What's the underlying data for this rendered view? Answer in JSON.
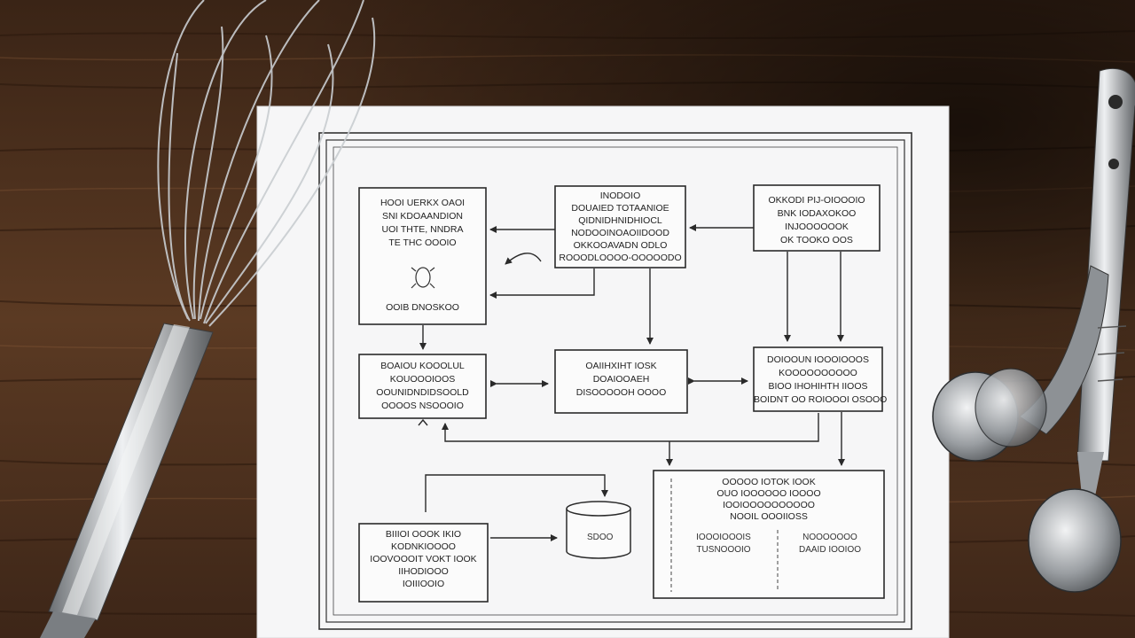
{
  "scene": {
    "description_objects": [
      "wooden-table",
      "whisk",
      "paper-sheet",
      "measuring-spoons"
    ],
    "colors": {
      "wood_dark": "#2a1a10",
      "wood_mid": "#5a3a24",
      "paper": "#f7f7f8",
      "ink": "#2a2a2a",
      "steel": "#b8bcc0"
    }
  },
  "diagram": {
    "boxes": [
      {
        "id": "top-left",
        "lines": [
          "HOOI UERKX OAOI",
          "SNI KDOAANDION",
          "UOI  THTE, NNDRA",
          "TE THC  OOOIO"
        ],
        "footer": "OOIB     DNOSKOO"
      },
      {
        "id": "top-mid",
        "lines": [
          "INODOIO",
          "DOUAIED TOTAANIOE",
          "QIDNIDHNIDHIOCL",
          "NODOOINOAOIIDOOD",
          "OKKOOAVADN ODLO",
          "ROOODLOOOO-OOOOODO"
        ]
      },
      {
        "id": "top-right",
        "lines": [
          "OKKODI  PIJ-OIOOOIO",
          "BNK IODAXOKOO",
          "INJOOOOOOK",
          "OK  TOOKO  OOS"
        ]
      },
      {
        "id": "mid-left",
        "lines": [
          "BOAIOU KOOOLUL",
          "KOUOOOIOOS",
          "OOUNIDNDIDSOOLD",
          "OOOOS NSOOOIO"
        ]
      },
      {
        "id": "mid-mid",
        "lines": [
          "OAIIHXIHT IOSK",
          "DOAIOOAEH",
          "DISOOOOOH OOOO"
        ]
      },
      {
        "id": "mid-right",
        "lines": [
          "DOIOOUN IOOOIOOOS",
          "KOOOOOOOOOO",
          "BIOO IHOHIHTH IIOOS",
          "BOIDNT  OO  ROIOOOI  OSOOO"
        ]
      },
      {
        "id": "bot-left",
        "lines": [
          "BIIIOI OOOK IKIO",
          "KODNKIOOOO",
          "IOOVOOOIT  VOKT  IOOK",
          "IIHODIOOO",
          "IOIIIOOIO"
        ]
      },
      {
        "id": "bot-right",
        "lines": [
          "OOOOO IOTOK IOOK",
          "OUO  IOOOOOO IOOOO",
          "IOOIOOOOOOOOOO",
          "NOOIL OOOIIOSS"
        ]
      }
    ],
    "db": {
      "label": "SDOO"
    },
    "bot_right_cols": [
      {
        "lines": [
          "IOOOIOOOIS",
          "TUSNOOOIO"
        ]
      },
      {
        "lines": [
          "NOOOOOOO",
          "DAAID IOOIOO"
        ]
      }
    ]
  }
}
